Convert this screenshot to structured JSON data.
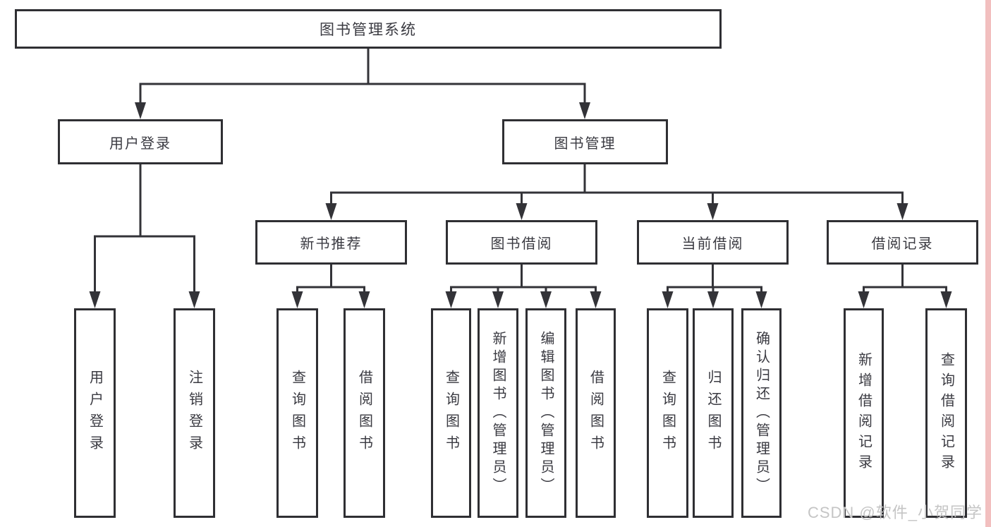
{
  "diagram": {
    "title": "图书管理系统",
    "branches": [
      {
        "label": "用户登录",
        "children": [
          {
            "label": "用户登录"
          },
          {
            "label": "注销登录"
          }
        ]
      },
      {
        "label": "图书管理",
        "children": [
          {
            "label": "新书推荐",
            "children": [
              {
                "label": "查询图书"
              },
              {
                "label": "借阅图书"
              }
            ]
          },
          {
            "label": "图书借阅",
            "children": [
              {
                "label": "查询图书"
              },
              {
                "label": "新增图书（管理员）"
              },
              {
                "label": "编辑图书（管理员）"
              },
              {
                "label": "借阅图书"
              }
            ]
          },
          {
            "label": "当前借阅",
            "children": [
              {
                "label": "查询图书"
              },
              {
                "label": "归还图书"
              },
              {
                "label": "确认归还（管理员）"
              }
            ]
          },
          {
            "label": "借阅记录",
            "children": [
              {
                "label": "新增借阅记录"
              },
              {
                "label": "查询借阅记录"
              }
            ]
          }
        ]
      }
    ]
  },
  "watermark": {
    "text": "CSDN @软件_小贺同学"
  },
  "colors": {
    "line": "#333338",
    "box_border": "#2f2f33",
    "text": "#3a3a41",
    "watermark_text": "#c5c5c5",
    "right_strip": "#f2bfbf",
    "background": "#ffffff"
  }
}
